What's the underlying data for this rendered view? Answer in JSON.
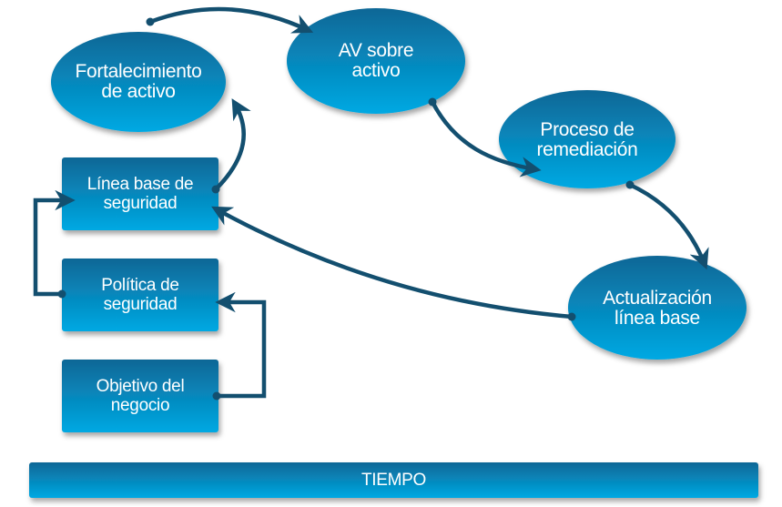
{
  "colors": {
    "shape_top": "#0b6796",
    "shape_bottom": "#02a9e3",
    "arrow": "#134f6f"
  },
  "nodes": {
    "fortalecimiento": {
      "line1": "Fortalecimiento",
      "line2": "de activo"
    },
    "av_sobre_activo": {
      "line1": "AV sobre",
      "line2": "activo"
    },
    "proceso_remediacion": {
      "line1": "Proceso de",
      "line2": "remediación"
    },
    "actualizacion": {
      "line1": "Actualización",
      "line2": "línea base"
    },
    "linea_base": {
      "line1": "Línea base de",
      "line2": "seguridad"
    },
    "politica": {
      "line1": "Política de",
      "line2": "seguridad"
    },
    "objetivo": {
      "line1": "Objetivo del",
      "line2": "negocio"
    }
  },
  "timeline": {
    "label": "TIEMPO"
  }
}
